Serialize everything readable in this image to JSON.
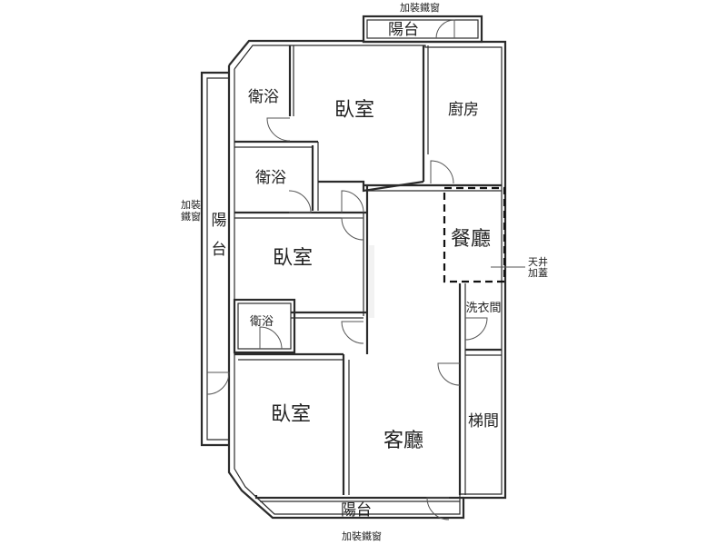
{
  "rooms": {
    "top_balcony": "陽台",
    "bath_1": "衛浴",
    "bedroom_master": "臥室",
    "kitchen": "廚房",
    "bath_2": "衛浴",
    "left_balcony": "陽台",
    "bedroom_2": "臥室",
    "dining": "餐廳",
    "laundry": "洗衣間",
    "bath_3": "衛浴",
    "stairwell": "梯間",
    "bedroom_3": "臥室",
    "living": "客廳",
    "bottom_balcony": "陽台"
  },
  "annotations": {
    "top_window": "加裝鐵窗",
    "left_window_line1": "加裝",
    "left_window_line2": "鐵窗",
    "bottom_window": "加裝鐵窗",
    "skylight_line1": "天井",
    "skylight_line2": "加蓋"
  }
}
